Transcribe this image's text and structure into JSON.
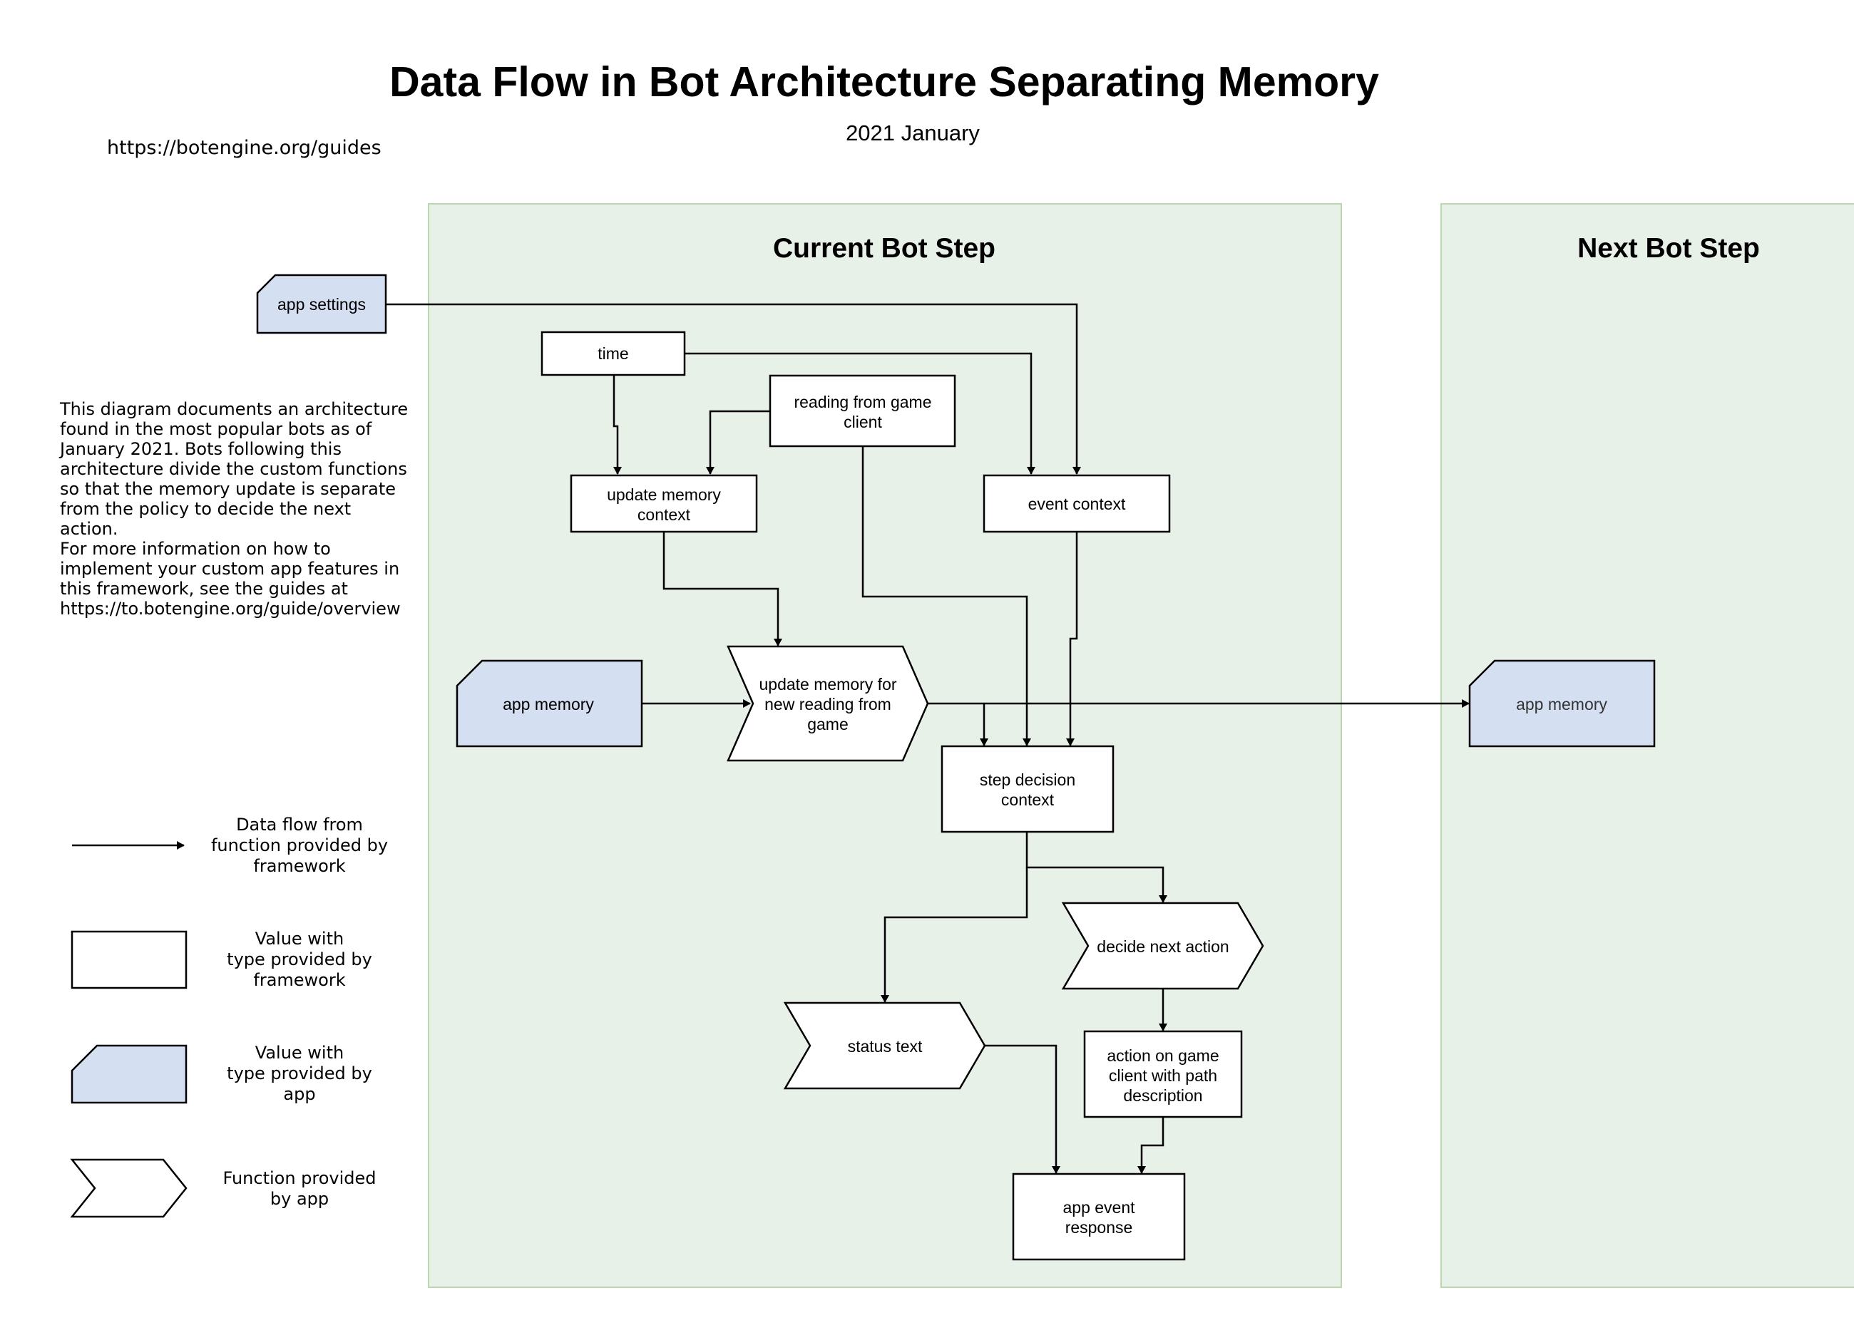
{
  "title": "Data Flow in Bot Architecture Separating Memory",
  "date": "2021 January",
  "link": "https://botengine.org/guides",
  "description": [
    "This diagram documents an architecture",
    "found in the most popular bots as of",
    "January 2021. Bots following this",
    "architecture divide the custom functions",
    "so that the memory update is separate",
    "from the policy to decide the next",
    "action.",
    "For more information on how to",
    "implement your custom app features in",
    "this framework, see the guides at",
    "https://to.botengine.org/guide/overview"
  ],
  "panels": {
    "current": "Current Bot Step",
    "next": "Next Bot Step"
  },
  "nodes": {
    "app_settings": "app settings",
    "time": "time",
    "reading": [
      "reading from game",
      "client"
    ],
    "update_memory_context": [
      "update memory",
      "context"
    ],
    "event_context": "event context",
    "app_memory": "app memory",
    "update_memory_fn": [
      "update memory for",
      "new reading from",
      "game"
    ],
    "step_decision_context": [
      "step decision",
      "context"
    ],
    "decide_next_action": "decide next action",
    "status_text": "status text",
    "action_on_game_client": [
      "action on game",
      "client with path",
      "description"
    ],
    "app_event_response": [
      "app event",
      "response"
    ],
    "next_app_memory": "app memory"
  },
  "legend": {
    "data_flow": [
      "Data flow from",
      "function provided by",
      "framework"
    ],
    "framework_value": [
      "Value with",
      "type provided by",
      "framework"
    ],
    "app_value": [
      "Value with",
      "type provided by",
      "app"
    ],
    "app_function": [
      "Function provided",
      "by app"
    ]
  },
  "colors": {
    "panel_fill": "#e8f1e7",
    "panel_stroke": "#b9d8ac",
    "app_value_fill": "#d4e0f2",
    "stroke": "#000000",
    "text": "#000000"
  }
}
